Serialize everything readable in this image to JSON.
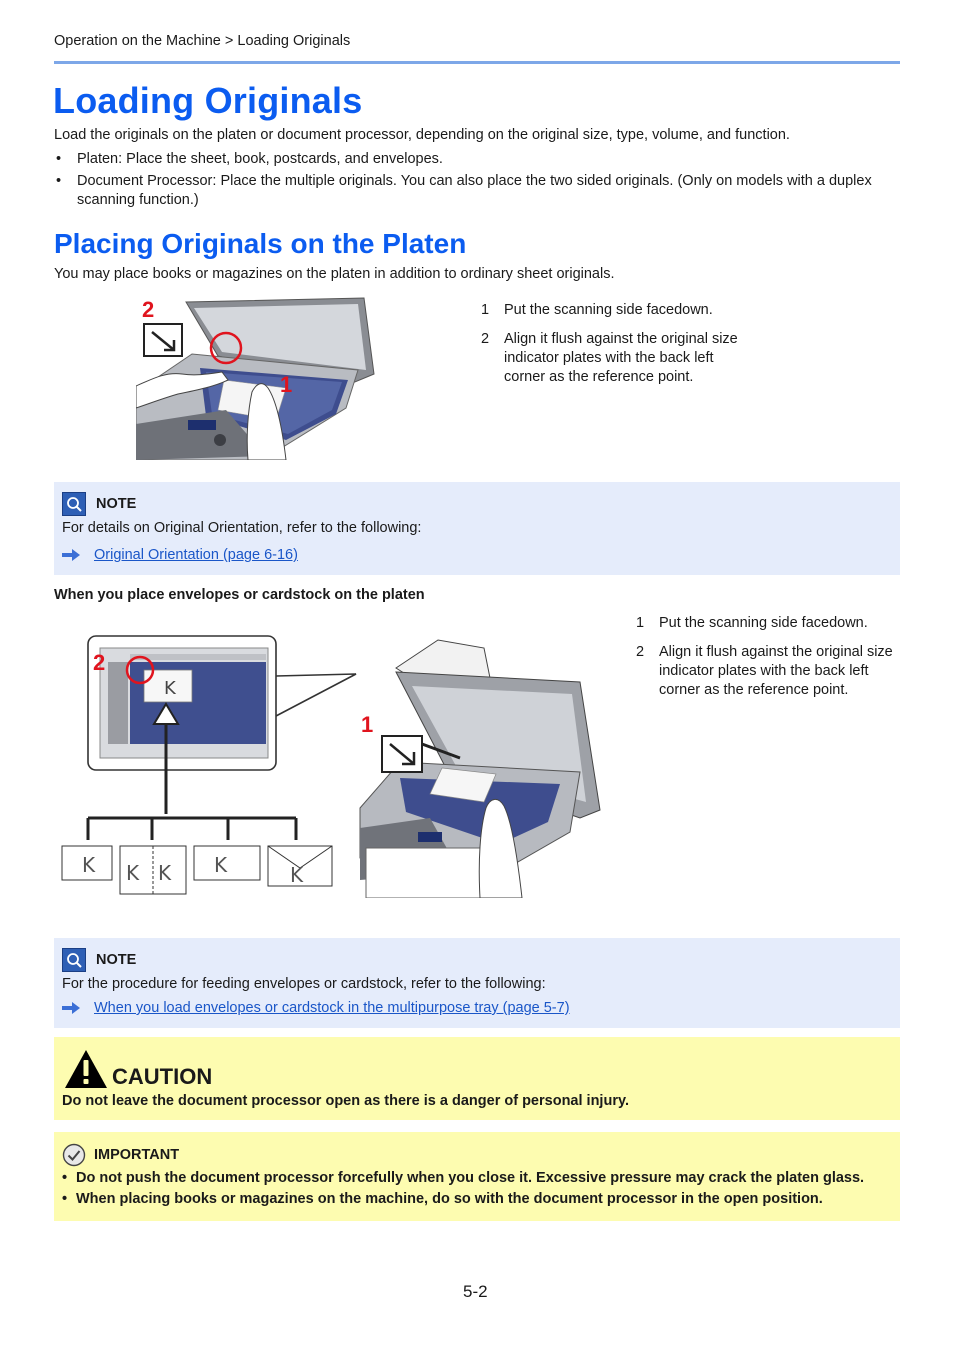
{
  "breadcrumb": "Operation on the Machine > Loading Originals",
  "page_title": "Loading Originals",
  "intro": "Load the originals on the platen or document processor, depending on the original size, type, volume, and function.",
  "intro_bullets": [
    "Platen: Place the sheet, book, postcards, and envelopes.",
    "Document Processor: Place the multiple originals. You can also place the two sided originals. (Only on models with a duplex scanning function.)"
  ],
  "section_title": "Placing Originals on the Platen",
  "section_intro": "You may place books or magazines on the platen in addition to ordinary sheet originals.",
  "figure1": {
    "callout_1": "1",
    "callout_2": "2"
  },
  "steps_sheet": [
    {
      "num": "1",
      "text": "Put the scanning side facedown."
    },
    {
      "num": "2",
      "text": "Align it flush against the original size indicator plates with the back left corner as the reference point."
    }
  ],
  "note1": {
    "title": "NOTE",
    "text": "For details on Original Orientation, refer to the following:",
    "link": "Original Orientation (page 6-16)"
  },
  "envelope_heading": "When you place envelopes or cardstock on the platen",
  "figure2": {
    "callout_1": "1",
    "callout_2": "2"
  },
  "steps_envelope": [
    {
      "num": "1",
      "text": "Put the scanning side facedown."
    },
    {
      "num": "2",
      "text": "Align it flush against the original size indicator plates with the back left corner as the reference point."
    }
  ],
  "note2": {
    "title": "NOTE",
    "text": "For the procedure for feeding envelopes or cardstock, refer to the following:",
    "link": "When you load envelopes or cardstock in the multipurpose tray (page 5-7)"
  },
  "caution": {
    "title": "CAUTION",
    "text": "Do not leave the document processor open as there is a danger of personal injury."
  },
  "important": {
    "title": "IMPORTANT",
    "items": [
      "Do not push the document processor forcefully when you close it. Excessive pressure may crack the platen glass.",
      "When placing books or magazines on the machine, do so with the document processor in the open position."
    ]
  },
  "page_number": "5-2",
  "colors": {
    "heading": "#0b5cf0",
    "rule": "#7da7e8",
    "note_bg": "#e5ecfb",
    "caution_bg": "#fdfcb0",
    "callout": "#e0141e",
    "link": "#1a56c8"
  }
}
